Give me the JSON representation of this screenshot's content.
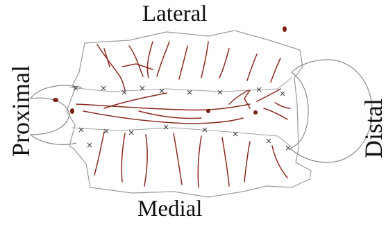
{
  "labels": {
    "top": "Lateral",
    "bottom": "Medial",
    "left": "Proximal",
    "right": "Distal"
  },
  "colors": {
    "outline": "#8a8a8a",
    "vessel": "#8b2a1e",
    "suture": "#3a3a3a",
    "text": "#111111"
  }
}
